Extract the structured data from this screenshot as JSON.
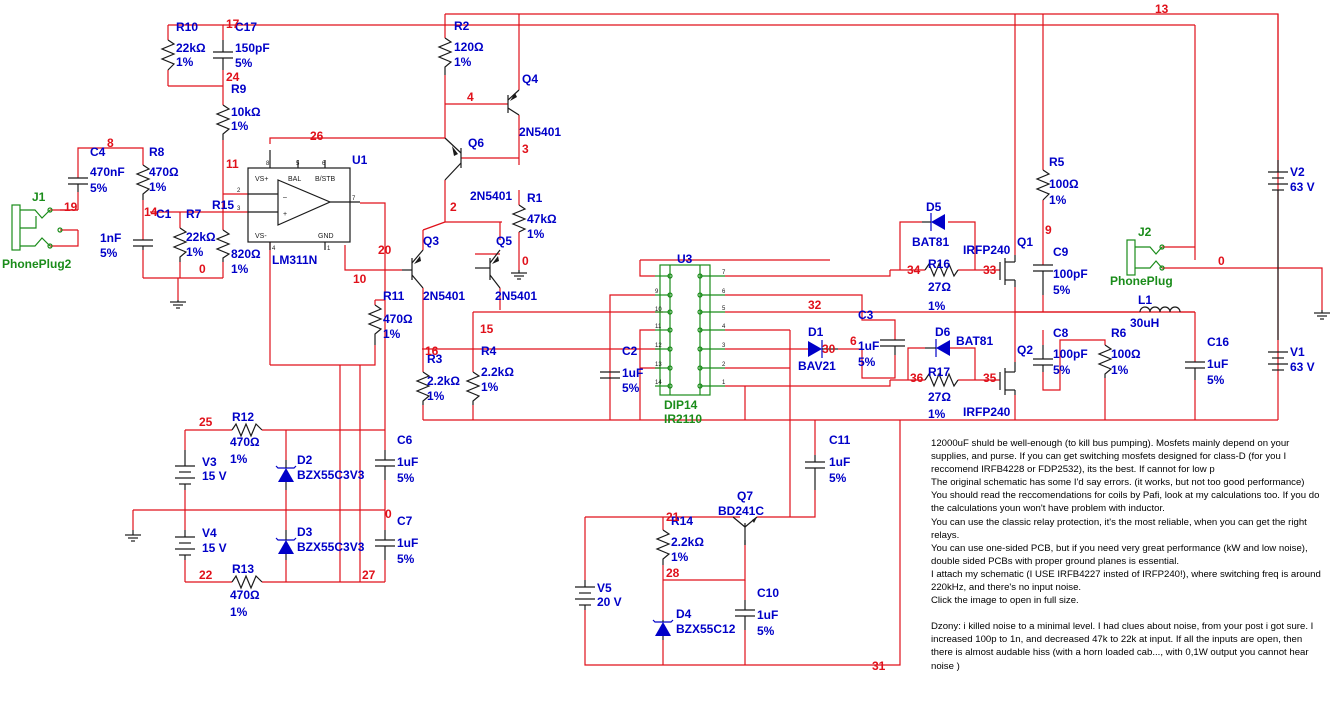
{
  "components": {
    "R10": {
      "ref": "R10",
      "value": "22kΩ",
      "tol": "1%"
    },
    "C17": {
      "ref": "C17",
      "value": "150pF",
      "tol": "5%"
    },
    "R9": {
      "ref": "R9",
      "value": "10kΩ",
      "tol": "1%"
    },
    "C4": {
      "ref": "C4",
      "value": "470nF",
      "tol": "5%"
    },
    "R8": {
      "ref": "R8",
      "value": "470Ω",
      "tol": "1%"
    },
    "C1": {
      "ref": "C1",
      "value": "1nF",
      "tol": "5%"
    },
    "R7": {
      "ref": "R7",
      "value": "22kΩ",
      "tol": "1%"
    },
    "R15": {
      "ref": "R15",
      "value": "820Ω",
      "tol": "1%"
    },
    "U1": {
      "ref": "U1",
      "part": "LM311N"
    },
    "J1": {
      "ref": "J1",
      "part": "PhonePlug2"
    },
    "R2": {
      "ref": "R2",
      "value": "120Ω",
      "tol": "1%"
    },
    "Q4": {
      "ref": "Q4"
    },
    "Q4_part": {
      "part": "2N5401"
    },
    "Q6": {
      "ref": "Q6",
      "part": "2N5401"
    },
    "R1": {
      "ref": "R1",
      "value": "47kΩ",
      "tol": "1%"
    },
    "Q3": {
      "ref": "Q3",
      "part": "2N5401"
    },
    "Q5": {
      "ref": "Q5",
      "part": "2N5401"
    },
    "R11": {
      "ref": "R11",
      "value": "470Ω",
      "tol": "1%"
    },
    "R3": {
      "ref": "R3",
      "value": "2.2kΩ",
      "tol": "1%"
    },
    "R4": {
      "ref": "R4",
      "value": "2.2kΩ",
      "tol": "1%"
    },
    "U3": {
      "ref": "U3",
      "pkg": "DIP14",
      "part": "IR2110"
    },
    "C2": {
      "ref": "C2",
      "value": "1uF",
      "tol": "5%"
    },
    "D1": {
      "ref": "D1",
      "part": "BAV21"
    },
    "C3": {
      "ref": "C3",
      "value": "1uF",
      "tol": "5%"
    },
    "D5": {
      "ref": "D5",
      "part": "BAT81"
    },
    "D6": {
      "ref": "D6",
      "part": "BAT81"
    },
    "R16": {
      "ref": "R16",
      "value": "27Ω",
      "tol": "1%"
    },
    "R17": {
      "ref": "R17",
      "value": "27Ω",
      "tol": "1%"
    },
    "Q1": {
      "ref": "Q1",
      "part": "IRFP240"
    },
    "Q2": {
      "ref": "Q2",
      "part": "IRFP240"
    },
    "R5": {
      "ref": "R5",
      "value": "100Ω",
      "tol": "1%"
    },
    "C9": {
      "ref": "C9",
      "value": "100pF",
      "tol": "5%"
    },
    "C8": {
      "ref": "C8",
      "value": "100pF",
      "tol": "5%"
    },
    "R6": {
      "ref": "R6",
      "value": "100Ω",
      "tol": "1%"
    },
    "J2": {
      "ref": "J2",
      "part": "PhonePlug"
    },
    "L1": {
      "ref": "L1",
      "value": "30uH"
    },
    "C16": {
      "ref": "C16",
      "value": "1uF",
      "tol": "5%"
    },
    "V1": {
      "ref": "V1",
      "value": "63 V"
    },
    "V2": {
      "ref": "V2",
      "value": "63 V"
    },
    "R12": {
      "ref": "R12",
      "value": "470Ω",
      "tol": "1%"
    },
    "R13": {
      "ref": "R13",
      "value": "470Ω",
      "tol": "1%"
    },
    "V3": {
      "ref": "V3",
      "value": "15 V"
    },
    "V4": {
      "ref": "V4",
      "value": "15 V"
    },
    "D2": {
      "ref": "D2",
      "part": "BZX55C3V3"
    },
    "D3": {
      "ref": "D3",
      "part": "BZX55C3V3"
    },
    "C6": {
      "ref": "C6",
      "value": "1uF",
      "tol": "5%"
    },
    "C7": {
      "ref": "C7",
      "value": "1uF",
      "tol": "5%"
    },
    "C11": {
      "ref": "C11",
      "value": "1uF",
      "tol": "5%"
    },
    "Q7": {
      "ref": "Q7",
      "part": "BD241C"
    },
    "R14": {
      "ref": "R14",
      "value": "2.2kΩ",
      "tol": "1%"
    },
    "D4": {
      "ref": "D4",
      "part": "BZX55C12"
    },
    "C10": {
      "ref": "C10",
      "value": "1uF",
      "tol": "5%"
    },
    "V5": {
      "ref": "V5",
      "value": "20 V"
    }
  },
  "u1_pins": {
    "vs_plus": "VS+",
    "bal": "BAL",
    "bstb": "B/STB",
    "vs_minus": "VS-",
    "gnd": "GND",
    "p2": "2",
    "p3": "3",
    "p4": "4",
    "p5": "5",
    "p6": "6",
    "p7": "7",
    "p8": "8",
    "p1": "1"
  },
  "u3_pins": [
    "7",
    "6",
    "5",
    "4",
    "3",
    "2",
    "1",
    "10",
    "9",
    "11",
    "12",
    "13",
    "14"
  ],
  "nets": {
    "n0": "0",
    "n2": "2",
    "n3": "3",
    "n4": "4",
    "n6": "6",
    "n8": "8",
    "n9": "9",
    "n10": "10",
    "n11": "11",
    "n13": "13",
    "n14": "14",
    "n15": "15",
    "n16": "16",
    "n17": "17",
    "n19": "19",
    "n20": "20",
    "n21": "21",
    "n22": "22",
    "n24": "24",
    "n25": "25",
    "n26": "26",
    "n27": "27",
    "n28": "28",
    "n30": "30",
    "n31": "31",
    "n32": "32",
    "n33": "33",
    "n34": "34",
    "n35": "35",
    "n36": "36"
  },
  "notes": {
    "p1": "12000uF shuld be well-enough (to kill bus pumping). Mosfets mainly depend on your supplies, and purse. If you can get switching mosfets designed for class-D (for you I reccomend IRFB4228 or FDP2532), its the best. If cannot for low p",
    "p2": "The original schematic has some I'd say errors. (it works, but not too good performance)",
    "p3": "You should read the reccomendations for coils by Pafi, look at my calculations too. If you do the calculations youn won't have problem with inductor.",
    "p4": "You can use the classic relay protection, it's the most reliable, when you can get the right relays.",
    "p5": "You can use one-sided PCB, but if you need very great performance (kW and low noise), double sided PCBs with proper ground planes is essential.",
    "p6": "I attach my schematic (I USE IRFB4227 insted of IRFP240!), where switching freq is around 220kHz, and there's no input noise.",
    "p7": "Click the image to open in full size.",
    "p8": "Dzony: i killed noise to a minimal level. I had clues about noise, from your post i got sure. I increased 100p to 1n, and decreased 47k to 22k at input. If all the inputs are open, then there is almost audable hiss (with a horn loaded cab..., with 0,1W output you cannot hear noise )"
  }
}
